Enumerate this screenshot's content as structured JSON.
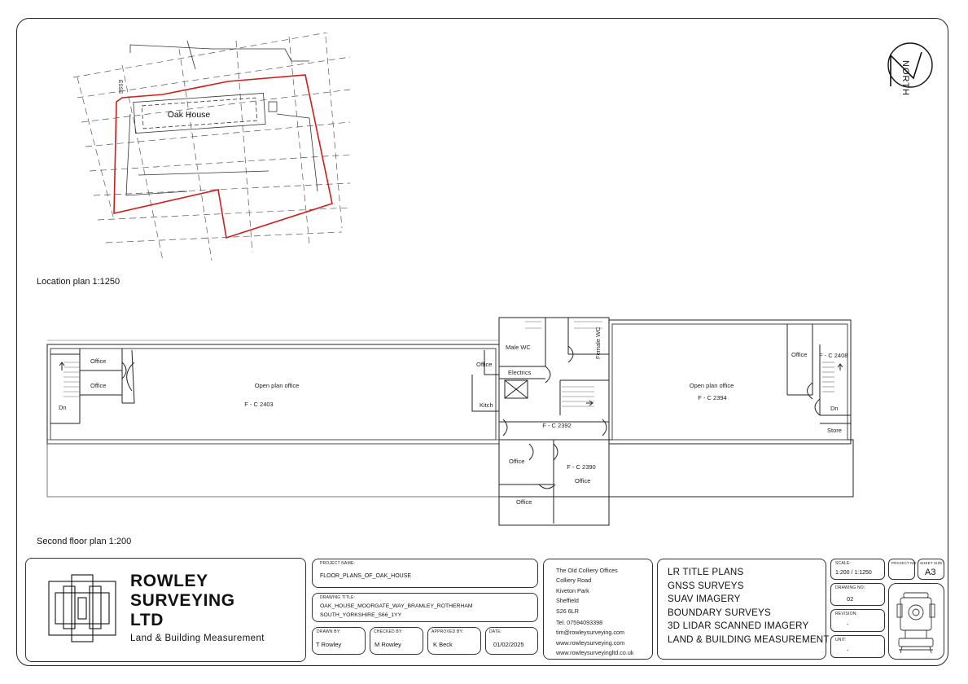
{
  "north": {
    "label": "NORTH"
  },
  "location_plan": {
    "caption": "Location plan 1:1250",
    "building_label": "Oak House",
    "edge_text": "ESSE"
  },
  "floor_plan": {
    "caption": "Second floor plan 1:200",
    "rooms": {
      "office_w1": "Office",
      "office_w2": "Office",
      "dn_w": "Dn",
      "open_w": "Open plan office",
      "fc_w": "F - C 2403",
      "office_c1": "Office",
      "kitch": "Kitch",
      "male_wc": "Male WC",
      "female_wc": "Female WC",
      "electrics": "Electrics",
      "fc_core": "F - C 2392",
      "office_s1": "Office",
      "office_s2": "Office",
      "fc_s": "F - C 2390",
      "office_s3": "Office",
      "open_e": "Open plan office",
      "fc_e": "F - C 2394",
      "office_e": "Office",
      "fc_e2": "F - C 2408",
      "dn_e": "Dn",
      "store": "Store"
    }
  },
  "title_block": {
    "company": {
      "line1": "ROWLEY",
      "line2": "SURVEYING",
      "line3": "LTD",
      "tagline": "Land & Building Measurement"
    },
    "project_name_label": "PROJECT NAME:",
    "project_name": "FLOOR_PLANS_OF_OAK_HOUSE",
    "drawing_title_label": "DRAWING TITLE:",
    "drawing_title_1": "OAK_HOUSE_MOORGATE_WAY_BRAMLEY_ROTHERHAM",
    "drawing_title_2": "SOUTH_YORKSHIRE_S66_1YY",
    "drawn_by_label": "DRAWN BY:",
    "drawn_by": "T Rowley",
    "checked_by_label": "CHECKED BY:",
    "checked_by": "M Rowley",
    "approved_by_label": "APPROVED BY:",
    "approved_by": "K Beck",
    "date_label": "DATE:",
    "date": "01/02/2025",
    "address": {
      "line1": "The Old Colliery Offices",
      "line2": "Colliery Road",
      "line3": "Kiveton Park",
      "line4": "Sheffield",
      "line5": "S26 6LR",
      "tel": "Tel. 07594093398",
      "email": "tim@rowleysurveying.com",
      "web1": "www.rowleysurveying.com",
      "web2": "www.rowleysurveyingltd.co.uk"
    },
    "services": {
      "s1": "LR TITLE PLANS",
      "s2": "GNSS SURVEYS",
      "s3": "SUAV IMAGERY",
      "s4": "BOUNDARY SURVEYS",
      "s5": "3D LIDAR SCANNED IMAGERY",
      "s6": "LAND & BUILDING MEASUREMENT"
    },
    "scale_label": "SCALE:",
    "scale": "1:200 / 1:1250",
    "project_no_label": "PROJECT NO:",
    "project_no": "",
    "sheet_size_label": "SHEET SIZE:",
    "sheet_size": "A3",
    "drawing_no_label": "DRAWING NO:",
    "drawing_no": "02",
    "revision_label": "REVISION:",
    "revision": "-",
    "unit_label": "UNIT:",
    "unit": "-"
  },
  "colors": {
    "boundary": "#d01c1c",
    "line": "#222222"
  }
}
